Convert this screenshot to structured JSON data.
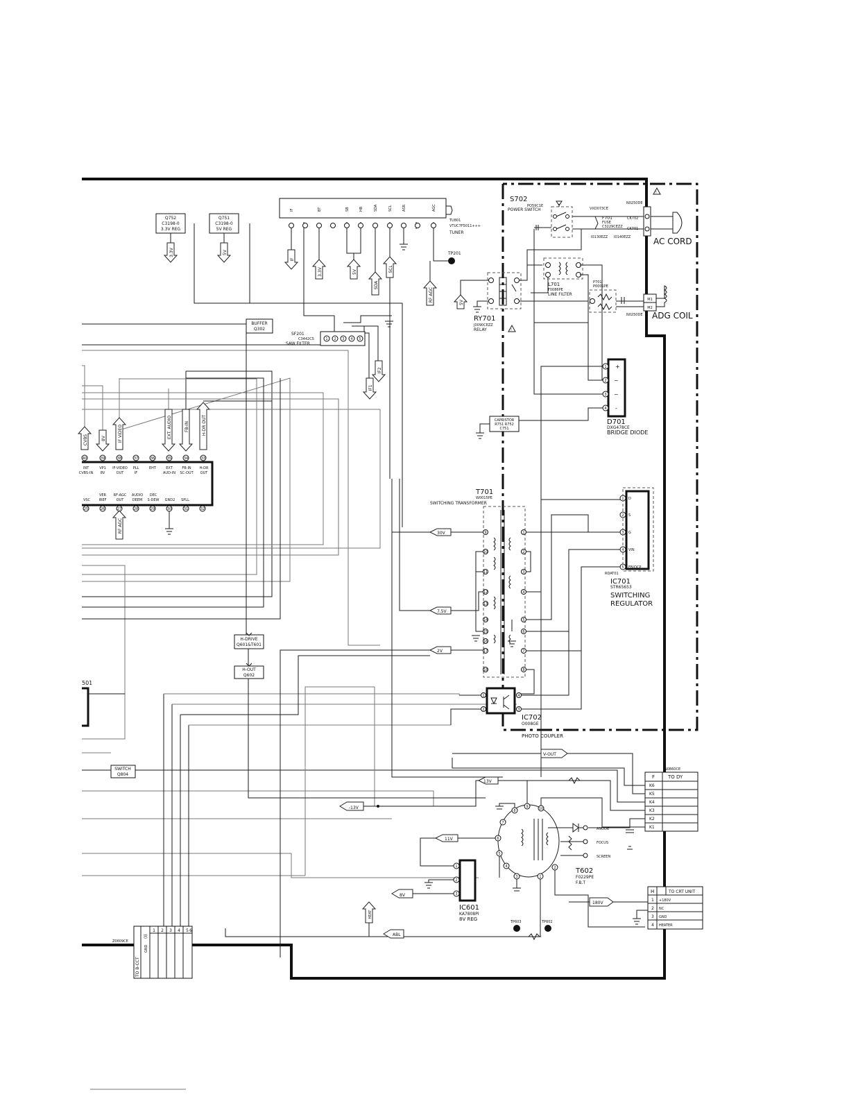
{
  "regulators": {
    "q752": {
      "ref": "Q752",
      "part": "C3198-0",
      "desc": "3.3V REG",
      "out": "3.3V"
    },
    "q751": {
      "ref": "Q751",
      "part": "C3198-0",
      "desc": "5V REG",
      "out": "5V"
    }
  },
  "tuner": {
    "pins": [
      "IF",
      "BT",
      "SB",
      "HB",
      "SDA",
      "SCL",
      "ASR",
      "AGC"
    ],
    "ref": "TU801",
    "part": "VTUC7F5011+++",
    "name": "TUNER",
    "tp": "TP201",
    "arrows": {
      "if": "IF",
      "v33": "3.3V",
      "v5": "5V",
      "sda": "SDA",
      "scl": "SCL",
      "rfagc": "RF AGC"
    }
  },
  "buffer": {
    "name": "BUFFER",
    "ref": "Q302"
  },
  "saw": {
    "ref": "SF201",
    "part": "C3442C5",
    "name": "SAW FILTER",
    "pins": [
      "1",
      "2",
      "3",
      "4",
      "5"
    ],
    "arrows": [
      "IF1",
      "IF2"
    ]
  },
  "ic_top_arrows": [
    "CVBS",
    "8V",
    "IF VIDEO",
    "EXT. AUDIO",
    "FB-IN",
    "H-DR OUT"
  ],
  "ic": {
    "top_nums": [
      "40",
      "39",
      "38",
      "37",
      "36",
      "35",
      "34",
      "33"
    ],
    "top_labels": [
      [
        "INT",
        "CVBS-IN"
      ],
      [
        "VP1",
        "8V"
      ],
      [
        "IF-VIDEO",
        "OUT"
      ],
      [
        "PLL",
        "IF"
      ],
      [
        "EHT",
        ""
      ],
      [
        "EXT",
        "AUD-IN"
      ],
      [
        "FB-IN",
        "SC-OUT"
      ],
      [
        "H-DR",
        "OUT"
      ]
    ],
    "bot_labels": [
      [
        "VSC",
        ""
      ],
      [
        "VER",
        "IREF"
      ],
      [
        "RF-AGC",
        "OUT"
      ],
      [
        "AUDIO",
        "DEEM"
      ],
      [
        "DEC",
        "S-DEW"
      ],
      [
        "GND2",
        ""
      ],
      [
        "SPLL",
        ""
      ]
    ],
    "bot_nums": [
      "25",
      "26",
      "27",
      "28",
      "29",
      "30",
      "31",
      "32"
    ],
    "rfagc": "RF AGC"
  },
  "s702": {
    "ref": "S702",
    "part": "PO59C1E",
    "name": "POWER SWITCH"
  },
  "vx": "VXD073CE",
  "f701": {
    "ref": "F701",
    "name": "FUSE",
    "part": "C3229CEZZ"
  },
  "ck": [
    "CK702",
    "CK701"
  ],
  "sockets": [
    "I0130EZZ",
    "I0140EZZ"
  ],
  "n_ac": "N0250DE",
  "ac_cord": "AC CORD",
  "l701": {
    "ref": "L701",
    "part": "F0086PE",
    "name": "LINE FILTER"
  },
  "rb": "5V",
  "ry701": {
    "ref": "RY701",
    "part": "J0090CEZZ",
    "name": "RELAY"
  },
  "p701": {
    "ref": "P701",
    "part": "P0001PE"
  },
  "adg": {
    "m1": "M1",
    "m2": "M2",
    "ref": "N0250DE",
    "name": "ADG COIL"
  },
  "d701": {
    "ref": "D701",
    "part": "DXG478CE",
    "name": "BRIDGE DIODE",
    "pins": [
      "1",
      "2",
      "3",
      "4"
    ],
    "syms": [
      "+",
      "~",
      "~",
      "-"
    ]
  },
  "capristor": {
    "name": "CAPRISTOR",
    "refs": "R751 R752",
    "c": "C751"
  },
  "t701": {
    "ref": "T701",
    "part": "W0015PE",
    "name": "SWITCHING TRANSFORMER",
    "left_pins": [
      "9",
      "10",
      "11",
      "12",
      "13",
      "14",
      "15",
      "16",
      "17",
      "18"
    ],
    "right_pins": [
      "1",
      "2",
      "3",
      "4",
      "5",
      "6",
      "7",
      "8"
    ],
    "outs": [
      "30V",
      "7.5V",
      "2V"
    ]
  },
  "ic701": {
    "ref": "IC701",
    "part": "STR65653",
    "name": [
      "SWITCHING",
      "REGULATOR"
    ],
    "sub": "RDAT01",
    "pins": [
      "1",
      "2",
      "3",
      "4",
      "5"
    ],
    "labels": [
      "D",
      "S",
      "G",
      "VIN",
      "FB/OCP"
    ]
  },
  "ic702": {
    "ref": "IC702",
    "part": "O008GE",
    "name": "PHOTO COUPLER",
    "pins": [
      "1",
      "2",
      "4",
      "3"
    ]
  },
  "hdrive": {
    "name": "H-DRIVE",
    "ref": "Q601&T601"
  },
  "hout": {
    "name": "H-OUT",
    "ref": "Q602"
  },
  "switch": {
    "name": "SWITCH",
    "ref": "Q804"
  },
  "frag": "501",
  "dy": {
    "ref": "N0860CE",
    "head": "F",
    "title": "TO DY",
    "rows": [
      "K6",
      "K5",
      "K4",
      "K3",
      "K2",
      "K1"
    ],
    "vout": "V-OUT"
  },
  "fbt": {
    "ref": "T602",
    "part": "F0229PE",
    "name": "F.B.T",
    "pins": [
      "1",
      "2",
      "3",
      "4",
      "5",
      "6",
      "7",
      "8",
      "9",
      "10"
    ],
    "out": [
      "ANODE",
      "FOCUS",
      "SCREEN"
    ]
  },
  "rails": [
    "13V",
    "-13V",
    "11V",
    "8V",
    "HEAT",
    "ABL",
    "180V"
  ],
  "ic601": {
    "ref": "IC601",
    "part": "KA7808PI",
    "name": "8V REG",
    "pins": [
      "1",
      "2",
      "3"
    ]
  },
  "tps": [
    "TP603",
    "TP602"
  ],
  "crt": {
    "head": "H",
    "title": "TO CRT UNIT",
    "rows": [
      [
        "1",
        "+180V"
      ],
      [
        "2",
        "NC"
      ],
      [
        "3",
        "GND"
      ],
      [
        "4",
        "HEATER"
      ]
    ]
  },
  "bcct": {
    "ref": "Z0609CE",
    "title": "TO B-CCT",
    "head": "(I)",
    "pins": [
      "1",
      "2",
      "3",
      "4",
      "5",
      "6"
    ],
    "gnd": "GND"
  }
}
